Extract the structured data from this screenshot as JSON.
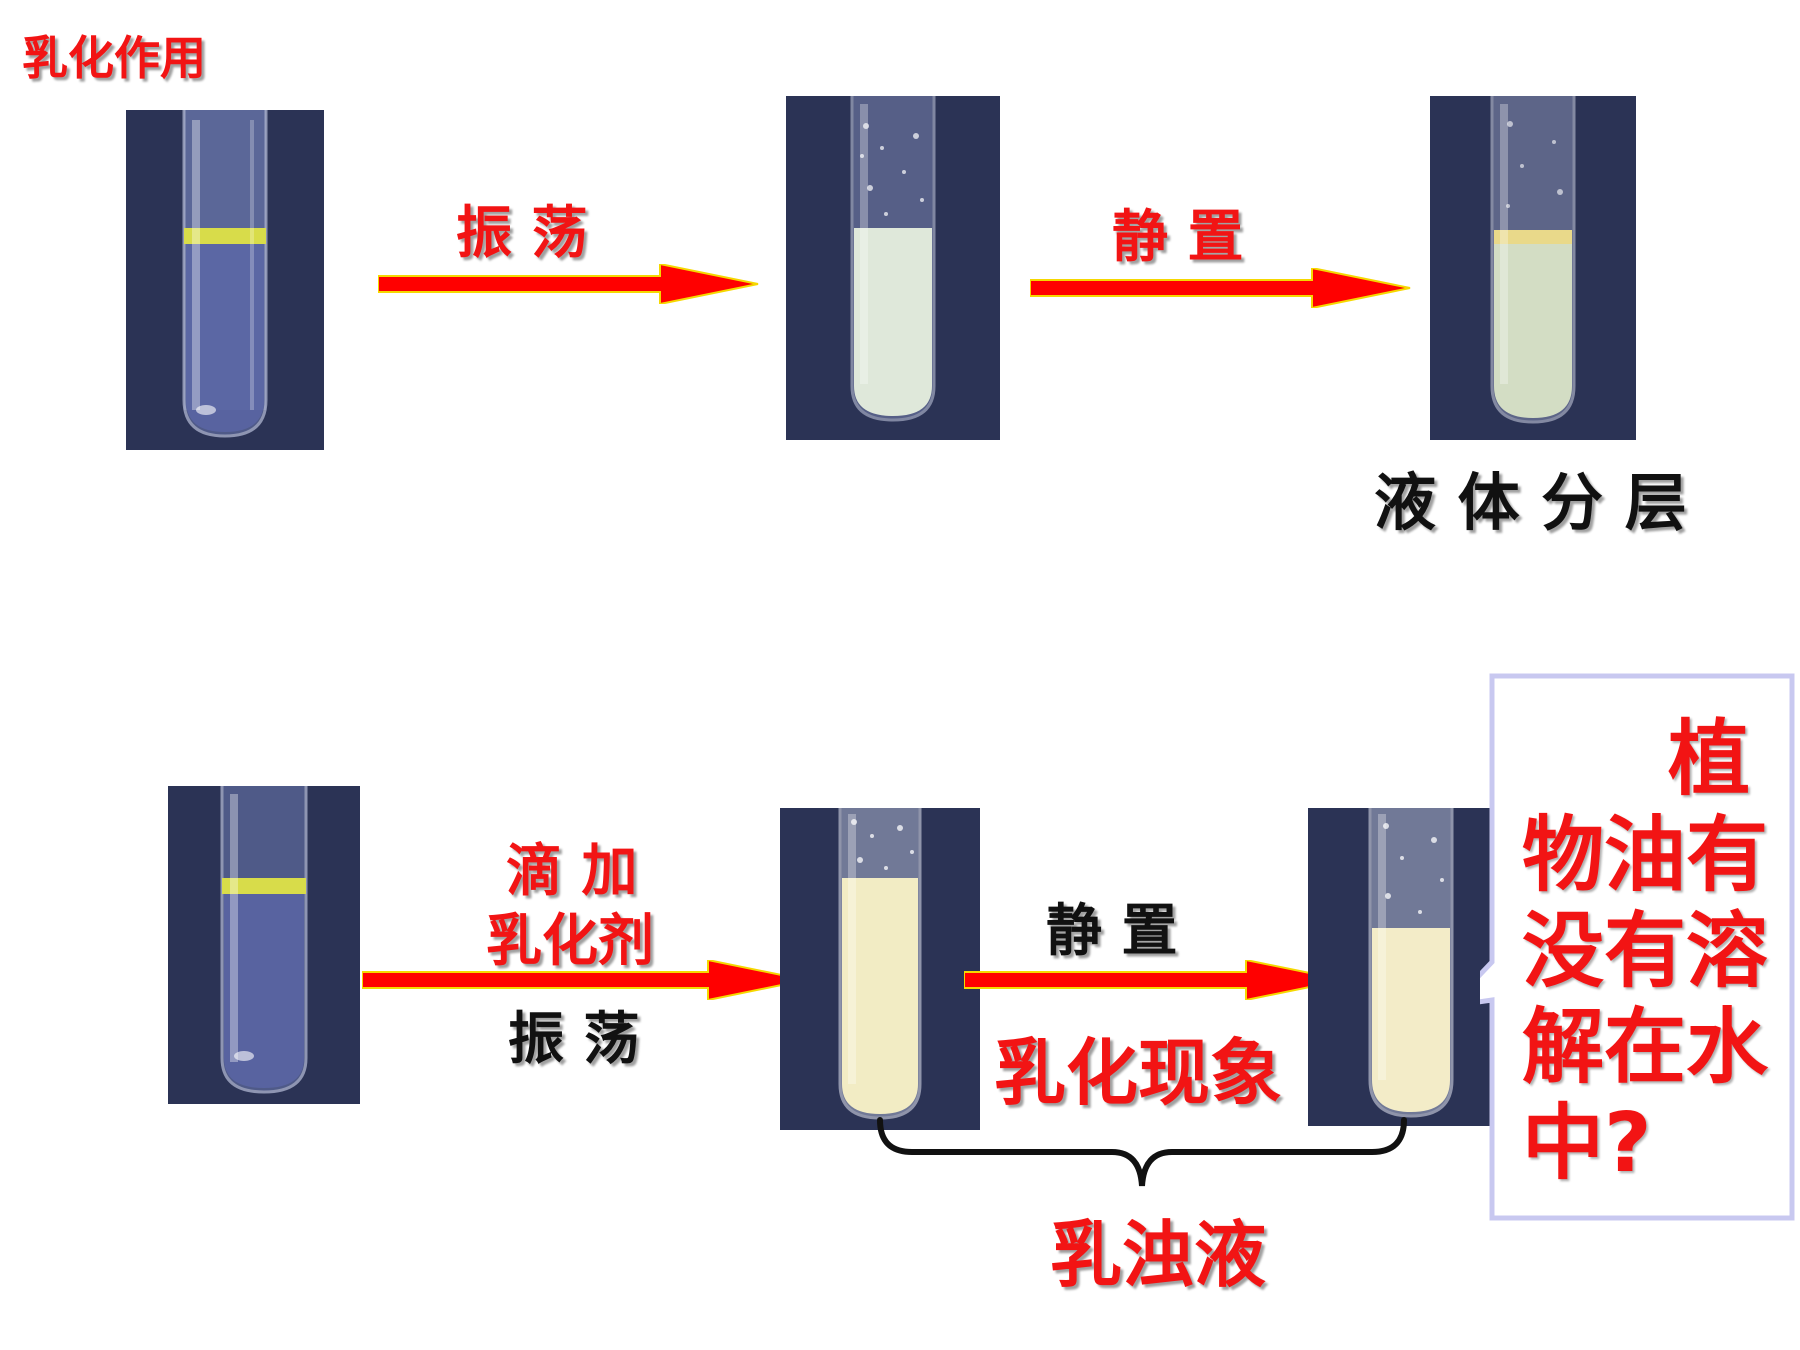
{
  "title": "乳化作用",
  "top_row": {
    "arrow1_label": "振 荡",
    "arrow2_label": "静 置",
    "result_label": "液 体 分 层"
  },
  "bottom_row": {
    "arrow1_label_top_line1": "滴 加",
    "arrow1_label_top_line2": "乳化剂",
    "arrow1_label_bottom": "振 荡",
    "arrow2_label": "静 置",
    "phenomenon_label": "乳化现象",
    "brace_label": "乳浊液"
  },
  "callout": {
    "line1": "植",
    "line2": "物油有",
    "line3": "没有溶",
    "line4": "解在水",
    "line5": "中?"
  },
  "colors": {
    "accent_red": "#f21414",
    "arrow_red": "#ff0000",
    "arrow_edge": "#f5d800",
    "photo_bg": "#2a3152",
    "callout_border": "#c8c8f0"
  }
}
